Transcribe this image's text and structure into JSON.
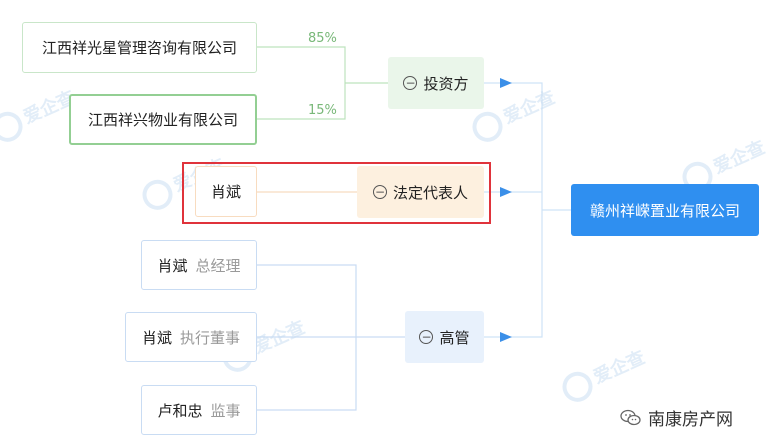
{
  "shareholders": [
    {
      "name": "江西祥光星管理咨询有限公司",
      "percent": "85%"
    },
    {
      "name": "江西祥兴物业有限公司",
      "percent": "15%"
    }
  ],
  "legal_rep": {
    "name": "肖斌"
  },
  "executives": [
    {
      "name": "肖斌",
      "role": "总经理"
    },
    {
      "name": "肖斌",
      "role": "执行董事"
    },
    {
      "name": "卢和忠",
      "role": "监事"
    }
  ],
  "categories": {
    "investor": "投资方",
    "legal": "法定代表人",
    "exec": "高管"
  },
  "company": {
    "name": "赣州祥嵘置业有限公司"
  },
  "watermark": "爱企查",
  "brand": "南康房产网",
  "icons": {
    "collapse": "minus-circle-icon",
    "arrow": "arrow-right-icon",
    "wechat": "wechat-icon"
  },
  "colors": {
    "company": "#2f8ff0",
    "highlight": "#e0333b",
    "percent": "#79b879"
  }
}
